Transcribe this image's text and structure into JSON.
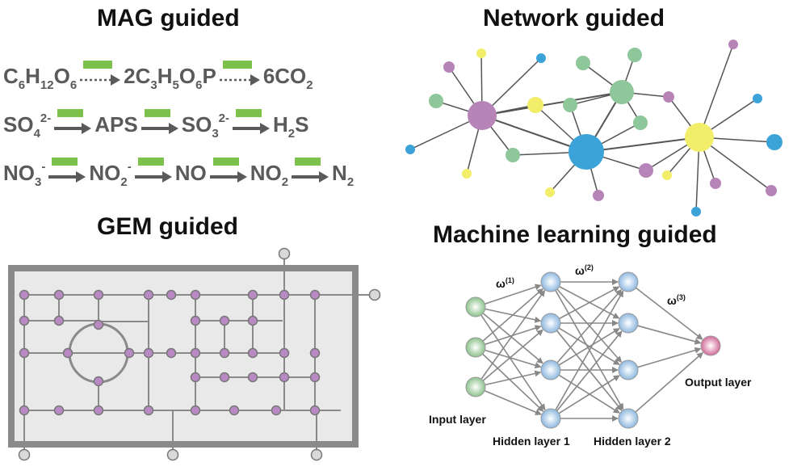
{
  "panels": {
    "mag": {
      "title": "MAG guided"
    },
    "network": {
      "title": "Network guided"
    },
    "gem": {
      "title": "GEM guided"
    },
    "ml": {
      "title": "Machine learning guided"
    }
  },
  "mag_equations": [
    {
      "species": [
        {
          "main": "C",
          "parts": [
            [
              "C",
              ""
            ],
            [
              "6",
              "sub"
            ],
            [
              "H",
              ""
            ],
            [
              "12",
              "sub"
            ],
            [
              "O",
              ""
            ],
            [
              "6",
              "sub"
            ]
          ]
        },
        {
          "parts": [
            [
              "2C",
              ""
            ],
            [
              "3",
              "sub"
            ],
            [
              "H",
              ""
            ],
            [
              "5",
              "sub"
            ],
            [
              "O",
              ""
            ],
            [
              "6",
              "sub"
            ],
            [
              "P",
              ""
            ]
          ]
        },
        {
          "parts": [
            [
              "6CO",
              ""
            ],
            [
              "2",
              "sub"
            ]
          ]
        }
      ],
      "arrow_style": "dotted"
    },
    {
      "species": [
        {
          "parts": [
            [
              "SO",
              ""
            ],
            [
              "4",
              "sub"
            ],
            [
              "2-",
              "sup"
            ]
          ]
        },
        {
          "parts": [
            [
              "APS",
              ""
            ]
          ]
        },
        {
          "parts": [
            [
              "SO",
              ""
            ],
            [
              "3",
              "sub"
            ],
            [
              "2-",
              "sup"
            ]
          ]
        },
        {
          "parts": [
            [
              "H",
              ""
            ],
            [
              "2",
              "sub"
            ],
            [
              "S",
              ""
            ]
          ]
        }
      ],
      "arrow_style": "solid"
    },
    {
      "species": [
        {
          "parts": [
            [
              "NO",
              ""
            ],
            [
              "3",
              "sub"
            ],
            [
              "-",
              "sup"
            ]
          ]
        },
        {
          "parts": [
            [
              "NO",
              ""
            ],
            [
              "2",
              "sub"
            ],
            [
              "-",
              "sup"
            ]
          ]
        },
        {
          "parts": [
            [
              "NO",
              ""
            ]
          ]
        },
        {
          "parts": [
            [
              "NO",
              ""
            ],
            [
              "2",
              "sub"
            ]
          ]
        },
        {
          "parts": [
            [
              "N",
              ""
            ],
            [
              "2",
              "sub"
            ]
          ]
        }
      ],
      "arrow_style": "solid"
    }
  ],
  "colors": {
    "enzyme_bar": "#7dc14a",
    "text_gray": "#5a5a5a",
    "net_purple": "#b784b7",
    "net_blue": "#3ba3d8",
    "net_yellow": "#f2ee6a",
    "net_green": "#8ec79a",
    "gem_node": "#b889c2",
    "gem_frame": "#8a8a8a",
    "ml_input": "#8cc28c",
    "ml_hidden": "#8eb8e0",
    "ml_output": "#d26a9a"
  },
  "ml": {
    "weights": [
      "ω",
      "ω",
      "ω"
    ],
    "weight_sups": [
      "(1)",
      "(2)",
      "(3)"
    ],
    "layer_labels": {
      "input": "Input layer",
      "hidden1": "Hidden layer 1",
      "hidden2": "Hidden layer 2",
      "output": "Output layer"
    },
    "layer_sizes": [
      3,
      4,
      4,
      1
    ]
  }
}
